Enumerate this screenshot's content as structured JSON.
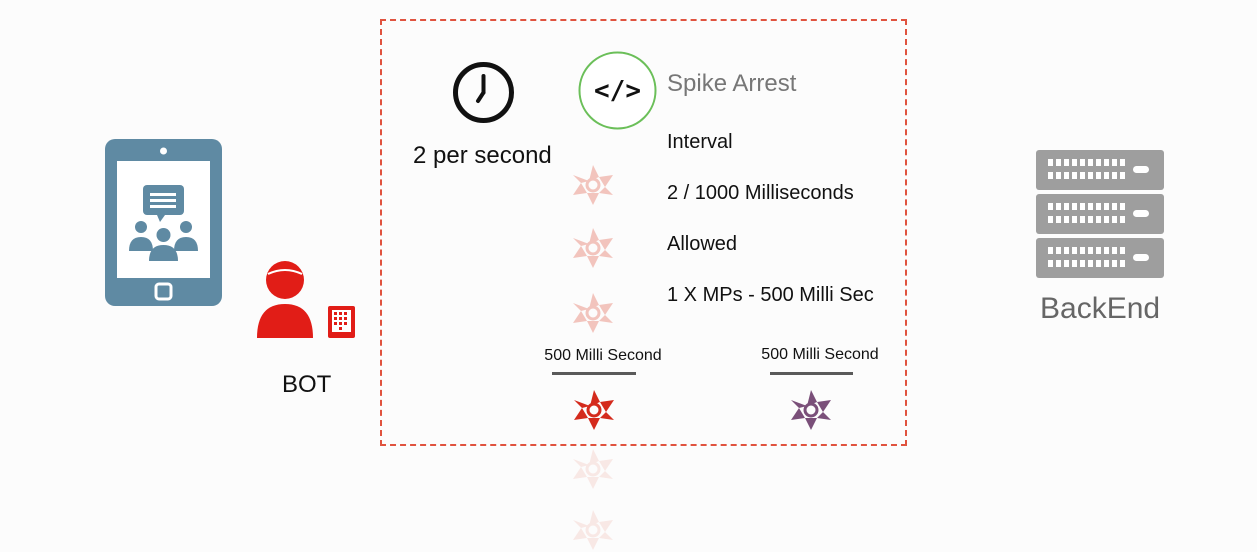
{
  "rate": {
    "label": "2 per second"
  },
  "policy": {
    "title": "Spike Arrest",
    "interval_label": "Interval",
    "interval_value": "2 / 1000 Milliseconds",
    "allowed_label": "Allowed",
    "allowed_value": "1 X MPs - 500 Milli Sec"
  },
  "windows": [
    {
      "label": "500 Milli Second",
      "token_color": "#d42a1c"
    },
    {
      "label": "500 Milli Second",
      "token_color": "#7a4f79"
    }
  ],
  "queue_token_color": "#f2c4bd",
  "client": {
    "bot_label": "BOT"
  },
  "backend": {
    "label": "BackEnd"
  },
  "colors": {
    "tablet": "#5f8aa3",
    "bot": "#e11d17",
    "server": "#9e9e9e",
    "policy_ring": "#6bbf59",
    "dashed_border": "#e0533f"
  },
  "icons": [
    "tablet-chat-icon",
    "bot-person-icon",
    "clock-icon",
    "code-icon",
    "aperture-token-icon",
    "server-rack-icon"
  ]
}
